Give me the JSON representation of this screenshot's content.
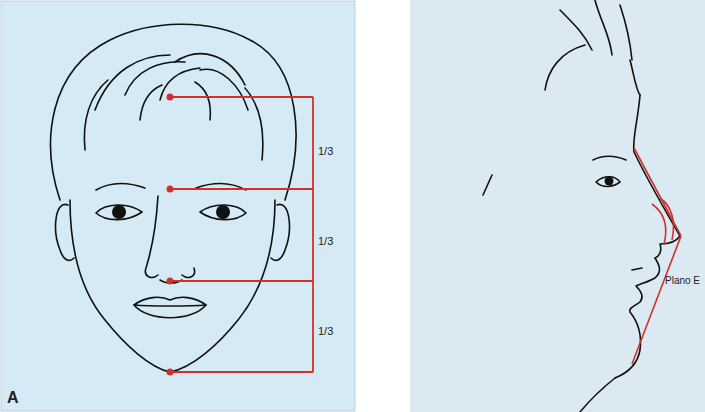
{
  "diagram": {
    "labels": [
      "1/3",
      "1/3",
      "1/3",
      "A",
      "Plano E"
    ]
  }
}
